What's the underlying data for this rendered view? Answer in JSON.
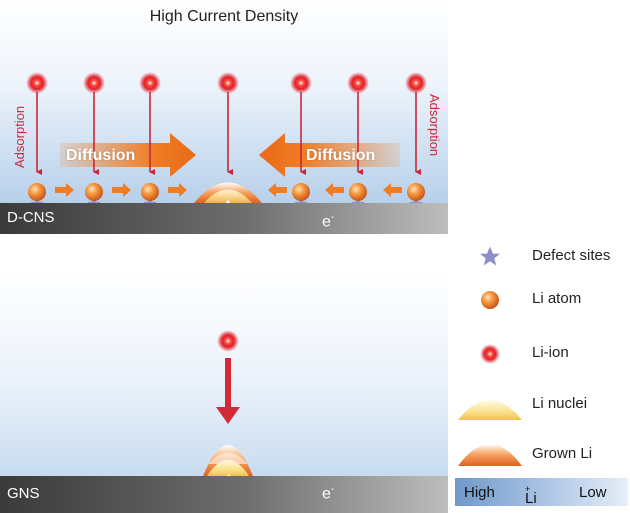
{
  "top_panel": {
    "title": "High Current Density",
    "diffusion_left": "Diffusion",
    "diffusion_right": "Diffusion",
    "adsorption_left": "Adsorption",
    "adsorption_right": "Adsorption",
    "substrate_label": "D-CNS",
    "electron_label": "e",
    "electron_charge": "-"
  },
  "bottom_panel": {
    "substrate_label": "GNS",
    "electron_label": "e",
    "electron_charge": "-"
  },
  "legend": {
    "items": [
      {
        "label": "Defect sites",
        "icon": "star-icon"
      },
      {
        "label": "Li atom",
        "icon": "orange-sphere-icon"
      },
      {
        "label": "Li-ion",
        "icon": "red-glow-dot-icon"
      },
      {
        "label": "Li nuclei",
        "icon": "yellow-dome-icon"
      },
      {
        "label": "Grown Li",
        "icon": "orange-dome-icon"
      }
    ],
    "concentration_bar": {
      "high": "High",
      "middle": "Li",
      "middle_charge": "+",
      "low": "Low"
    }
  },
  "colors": {
    "li_ion": "#e0202a",
    "li_atom": "#f0872d",
    "defect_star": "#8d8fc8",
    "diffusion_arrow": "#f07c24",
    "arrow_line": "#c8283a"
  }
}
